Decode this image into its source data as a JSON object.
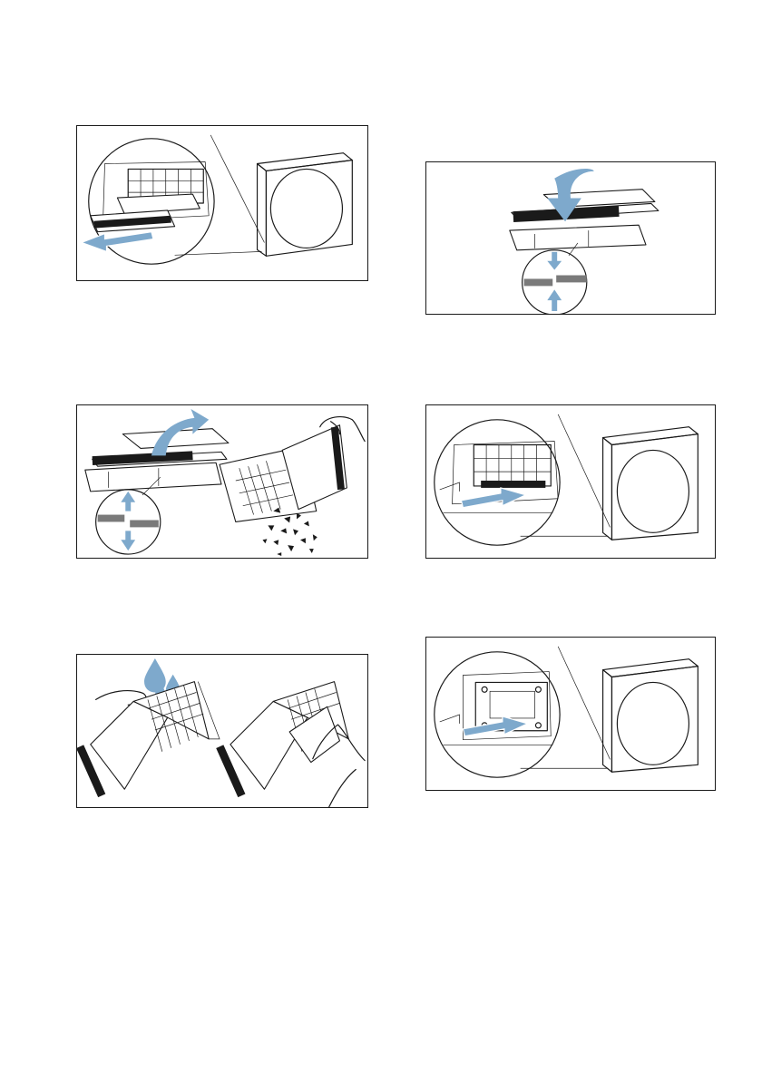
{
  "page": {
    "background": "#ffffff",
    "accent_color": "#7ea9cc",
    "line_color": "#1a1a1a"
  },
  "illustrations": [
    {
      "id": "step-1",
      "icons": [
        "dryer-icon",
        "magnifier-circle",
        "fluff-filter-drawer",
        "arrow-pull-out-icon"
      ]
    },
    {
      "id": "step-2",
      "icons": [
        "fluff-filter-open-icon",
        "arrow-open-icon",
        "hand-icon",
        "fluff-particles"
      ]
    },
    {
      "id": "step-3",
      "icons": [
        "water-drop-icon",
        "hand-icon",
        "fluff-filter-insert"
      ]
    },
    {
      "id": "step-4",
      "icons": [
        "fluff-filter-close-icon",
        "arrow-close-icon",
        "hand-icon"
      ]
    },
    {
      "id": "step-5",
      "icons": [
        "dryer-icon",
        "arrow-push-in-icon",
        "fluff-filter-drawer"
      ]
    },
    {
      "id": "step-6",
      "icons": [
        "dryer-icon",
        "arrow-push-in-icon",
        "filter-slot"
      ]
    }
  ]
}
